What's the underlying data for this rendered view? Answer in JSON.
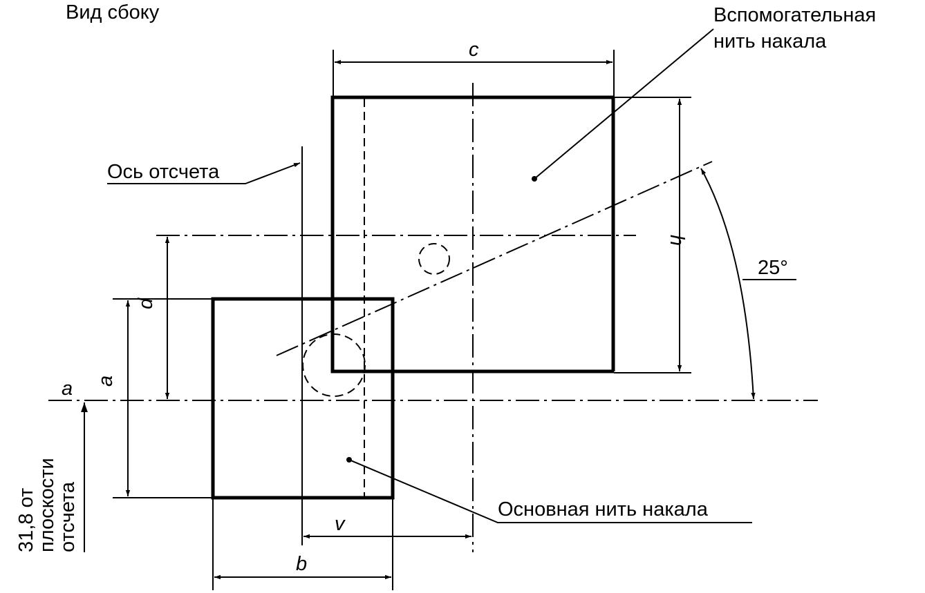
{
  "labels": {
    "side_view": "Вид сбоку",
    "aux_filament_line1": "Вспомогательная",
    "aux_filament_line2": "нить накала",
    "reference_axis": "Ось отсчета",
    "main_filament": "Основная нить накала",
    "angle": "25°",
    "plane_a": "a",
    "plane_ref_line1": "31,8 от",
    "plane_ref_line2": "плоскости",
    "plane_ref_line3": "отсчета"
  },
  "dimensions": {
    "a": "a",
    "b": "b",
    "c": "c",
    "d": "d",
    "h": "h",
    "v": "v"
  }
}
